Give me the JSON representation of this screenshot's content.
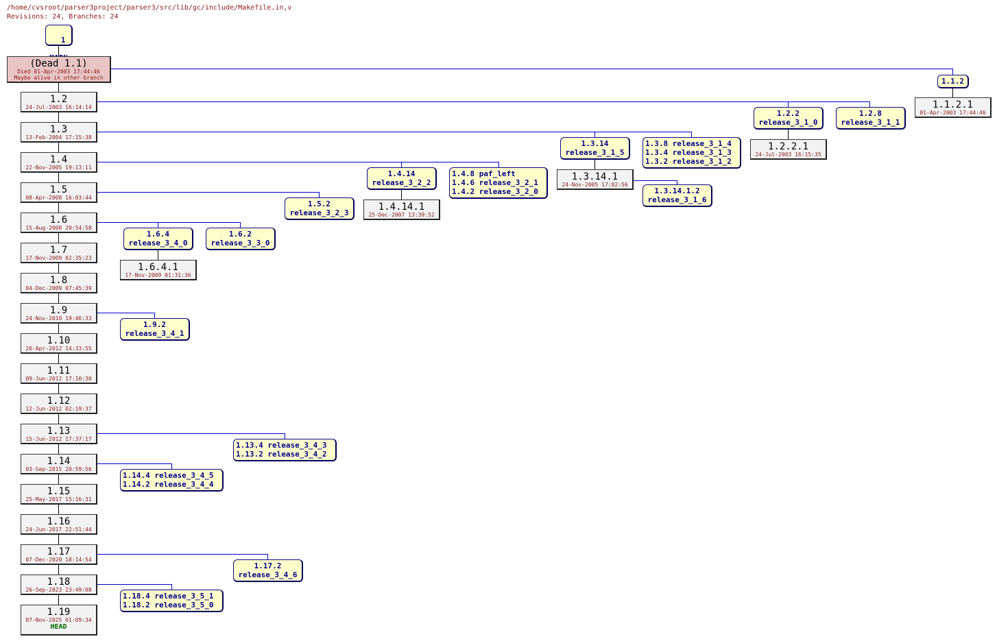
{
  "header": {
    "path": "/home/cvsroot/parser3project/parser3/src/lib/gc/include/Makefile.in,v",
    "stats": "Revisions: 24, Branches: 24"
  },
  "colors": {
    "edge": "#0000cc",
    "revision_bg": "#f2f2f2",
    "branch_bg": "#ffffcc",
    "dead_bg": "#e8c4c4",
    "date": "#8b1a1a",
    "branch_text": "#00008b",
    "head": "#006400"
  },
  "main": {
    "line1": "1",
    "line2": "MAIN"
  },
  "revisions": [
    {
      "num": "(Dead 1.1)",
      "date": "Died 01-Apr-2003 17:44:46",
      "note": "Maybe alive in other branch"
    },
    {
      "num": "1.2",
      "date": "24-Jul-2003 16:14:14"
    },
    {
      "num": "1.3",
      "date": "13-Feb-2004 17:15:38"
    },
    {
      "num": "1.4",
      "date": "22-Nov-2005 19:13:11"
    },
    {
      "num": "1.5",
      "date": "08-Apr-2008 16:03:44"
    },
    {
      "num": "1.6",
      "date": "15-Aug-2008 20:54:58"
    },
    {
      "num": "1.7",
      "date": "17-Nov-2009 02:35:23"
    },
    {
      "num": "1.8",
      "date": "04-Dec-2009 07:45:39"
    },
    {
      "num": "1.9",
      "date": "24-Nov-2010 19:46:33"
    },
    {
      "num": "1.10",
      "date": "20-Apr-2012 14:33:55"
    },
    {
      "num": "1.11",
      "date": "09-Jun-2012 17:10:30"
    },
    {
      "num": "1.12",
      "date": "12-Jun-2012 02:19:37"
    },
    {
      "num": "1.13",
      "date": "15-Jun-2012 17:37:17"
    },
    {
      "num": "1.14",
      "date": "03-Sep-2015 20:59:56"
    },
    {
      "num": "1.15",
      "date": "25-May-2017 15:16:31"
    },
    {
      "num": "1.16",
      "date": "24-Jun-2017 22:51:44"
    },
    {
      "num": "1.17",
      "date": "07-Dec-2020 18:14:54"
    },
    {
      "num": "1.18",
      "date": "26-Sep-2023 23:49:08"
    },
    {
      "num": "1.19",
      "date": "07-Nov-2025 01:09:34",
      "tag": "HEAD"
    }
  ],
  "branches": [
    {
      "id": "b112",
      "text": "1.1.2"
    },
    {
      "id": "b122",
      "text": "1.2.2\nrelease_3_1_0"
    },
    {
      "id": "b128",
      "text": "1.2.8\nrelease_3_1_1"
    },
    {
      "id": "b1314",
      "text": "1.3.14\nrelease_3_1_5"
    },
    {
      "id": "b138",
      "text": "1.3.8 release_3_1_4\n1.3.4 release_3_1_3\n1.3.2 release_3_1_2"
    },
    {
      "id": "b131412",
      "text": "1.3.14.1.2\nrelease_3_1_6"
    },
    {
      "id": "b1414",
      "text": "1.4.14\nrelease_3_2_2"
    },
    {
      "id": "b148",
      "text": "1.4.8 paf_left\n1.4.6 release_3_2_1\n1.4.2 release_3_2_0"
    },
    {
      "id": "b152",
      "text": "1.5.2\nrelease_3_2_3"
    },
    {
      "id": "b164",
      "text": "1.6.4\nrelease_3_4_0"
    },
    {
      "id": "b162",
      "text": "1.6.2\nrelease_3_3_0"
    },
    {
      "id": "b192",
      "text": "1.9.2\nrelease_3_4_1"
    },
    {
      "id": "b1134",
      "text": "1.13.4 release_3_4_3\n1.13.2 release_3_4_2"
    },
    {
      "id": "b1144",
      "text": "1.14.4 release_3_4_5\n1.14.2 release_3_4_4"
    },
    {
      "id": "b1172",
      "text": "1.17.2\nrelease_3_4_6"
    },
    {
      "id": "b1184",
      "text": "1.18.4 release_3_5_1\n1.18.2 release_3_5_0"
    }
  ],
  "branch_revisions": [
    {
      "id": "r1121",
      "num": "1.1.2.1",
      "date": "01-Apr-2003 17:44:46"
    },
    {
      "id": "r1221",
      "num": "1.2.2.1",
      "date": "24-Jul-2003 16:15:35"
    },
    {
      "id": "r13141",
      "num": "1.3.14.1",
      "date": "24-Nov-2005 17:02:56"
    },
    {
      "id": "r14141",
      "num": "1.4.14.1",
      "date": "25-Dec-2007 13:39:52"
    },
    {
      "id": "r1641",
      "num": "1.6.4.1",
      "date": "17-Nov-2009 01:31:36"
    }
  ]
}
